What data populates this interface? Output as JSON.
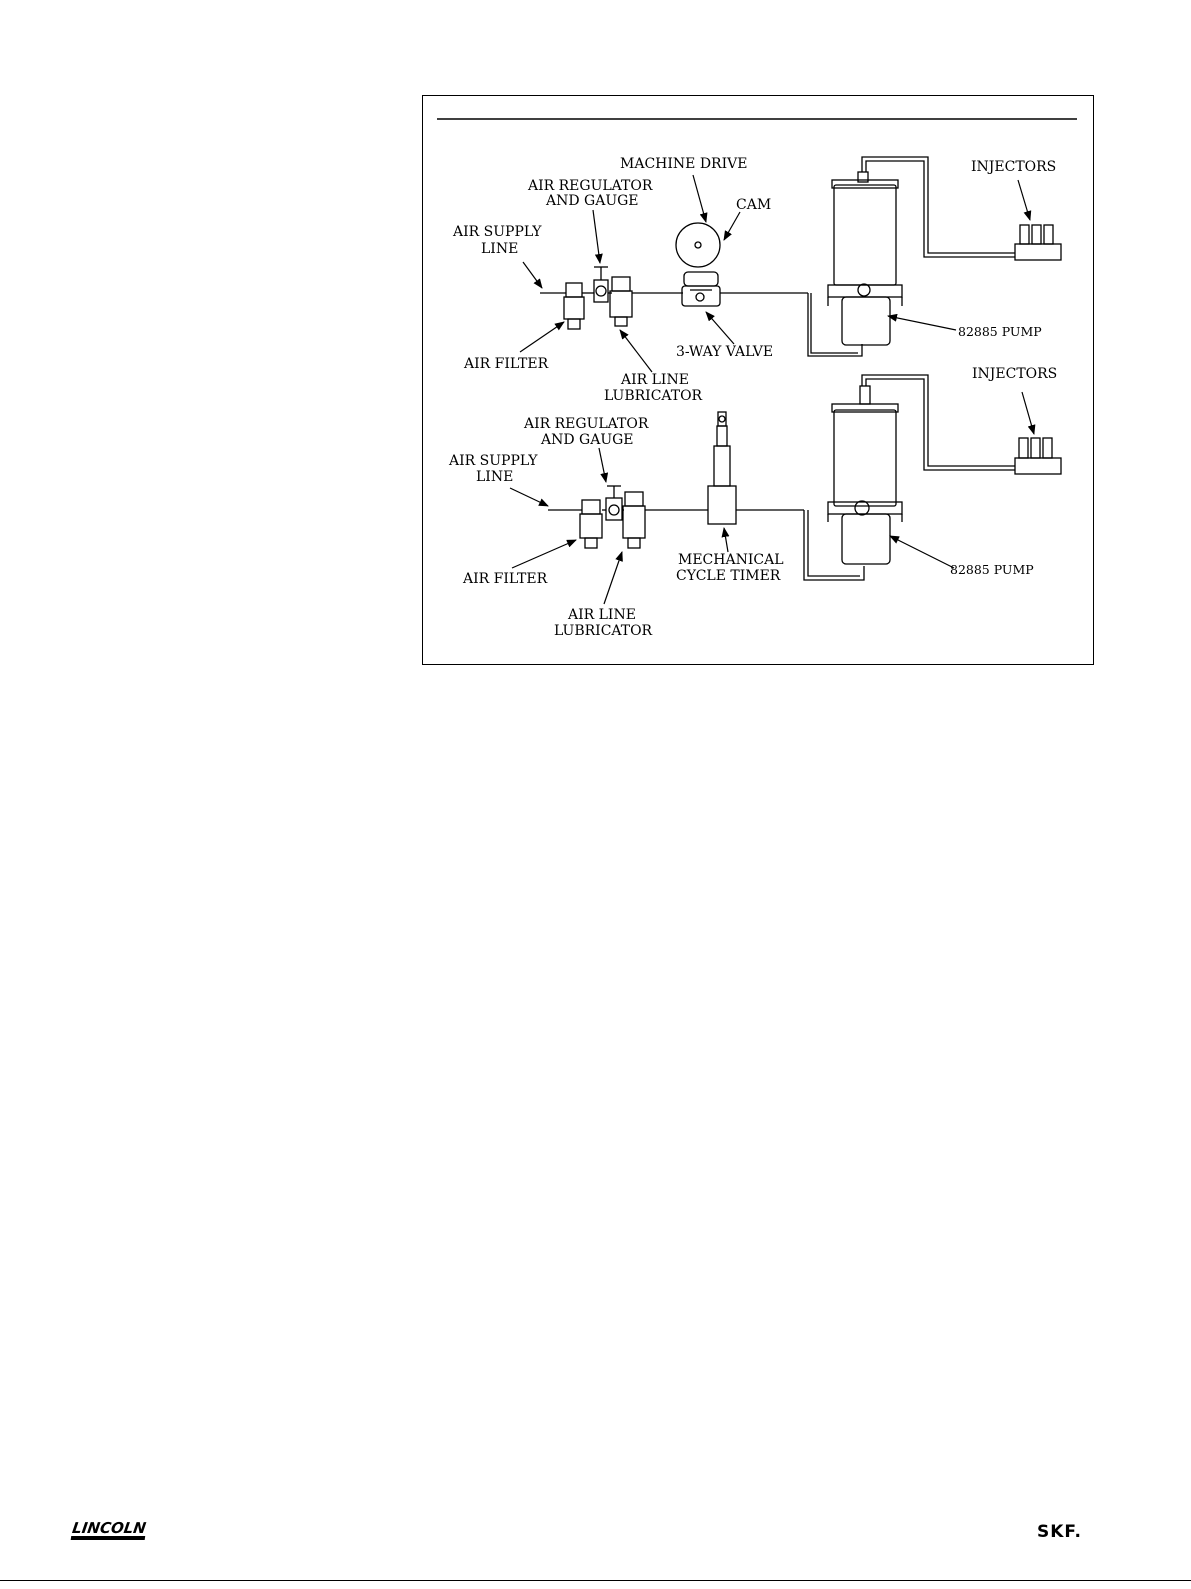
{
  "figure": {
    "top_system": {
      "machine_drive": "MACHINE DRIVE",
      "air_regulator_1": "AIR REGULATOR",
      "air_regulator_2": "AND GAUGE",
      "cam": "CAM",
      "air_supply_1": "AIR SUPPLY",
      "air_supply_2": "LINE",
      "air_filter": "AIR FILTER",
      "three_way_valve": "3-WAY VALVE",
      "air_line_1": "AIR LINE",
      "air_line_2": "LUBRICATOR",
      "injectors": "INJECTORS",
      "pump": "82885 PUMP"
    },
    "bottom_system": {
      "injectors": "INJECTORS",
      "air_regulator_1": "AIR REGULATOR",
      "air_regulator_2": "AND GAUGE",
      "air_supply_1": "AIR SUPPLY",
      "air_supply_2": "LINE",
      "air_filter": "AIR FILTER",
      "timer_1": "MECHANICAL",
      "timer_2": "CYCLE TIMER",
      "air_line_1": "AIR LINE",
      "air_line_2": "LUBRICATOR",
      "pump": "82885 PUMP"
    }
  },
  "footer": {
    "left_logo": "LINCOLN",
    "right_logo": "SKF."
  }
}
